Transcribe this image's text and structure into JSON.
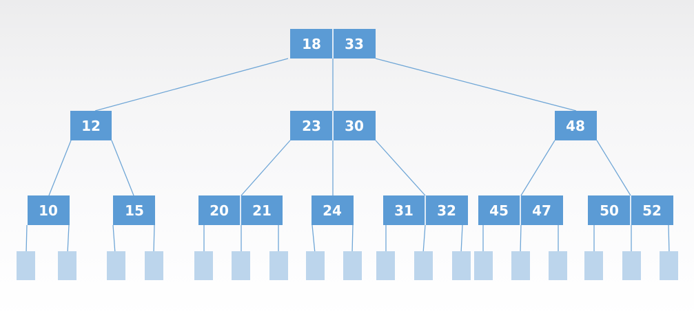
{
  "colors": {
    "node_fill": "#5b9bd5",
    "leaf_fill": "#bcd5ec",
    "edge": "#6fa6d6",
    "text": "#ffffff"
  },
  "tree": {
    "root": {
      "keys": [
        "18",
        "33"
      ]
    },
    "level1": [
      {
        "keys": [
          "12"
        ]
      },
      {
        "keys": [
          "23",
          "30"
        ]
      },
      {
        "keys": [
          "48"
        ]
      }
    ],
    "level2": [
      {
        "keys": [
          "10"
        ]
      },
      {
        "keys": [
          "15"
        ]
      },
      {
        "keys": [
          "20",
          "21"
        ]
      },
      {
        "keys": [
          "24"
        ]
      },
      {
        "keys": [
          "31",
          "32"
        ]
      },
      {
        "keys": [
          "45",
          "47"
        ]
      },
      {
        "keys": [
          "50",
          "52"
        ]
      }
    ]
  }
}
